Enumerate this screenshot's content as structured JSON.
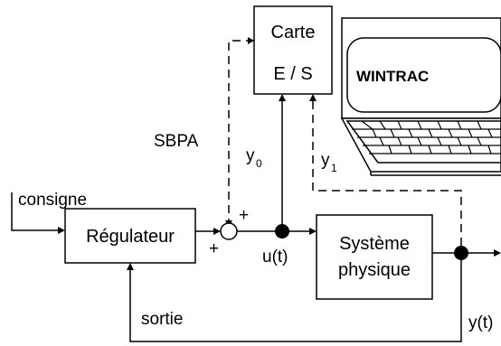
{
  "labels": {
    "carte_line1": "Carte",
    "carte_line2": "E / S",
    "wintrac": "WINTRAC",
    "sbpa": "SBPA",
    "y0_main": "y",
    "y0_sub": "0",
    "y1_main": "y",
    "y1_sub": "1",
    "consigne": "consigne",
    "regulateur": "Régulateur",
    "plus_top": "+",
    "plus_bottom": "+",
    "u_t": "u(t)",
    "systeme_line1": "Système",
    "systeme_line2": "physique",
    "sortie": "sortie",
    "y_t": "y(t)"
  },
  "colors": {
    "stroke": "#000000",
    "background": "#ffffff"
  }
}
